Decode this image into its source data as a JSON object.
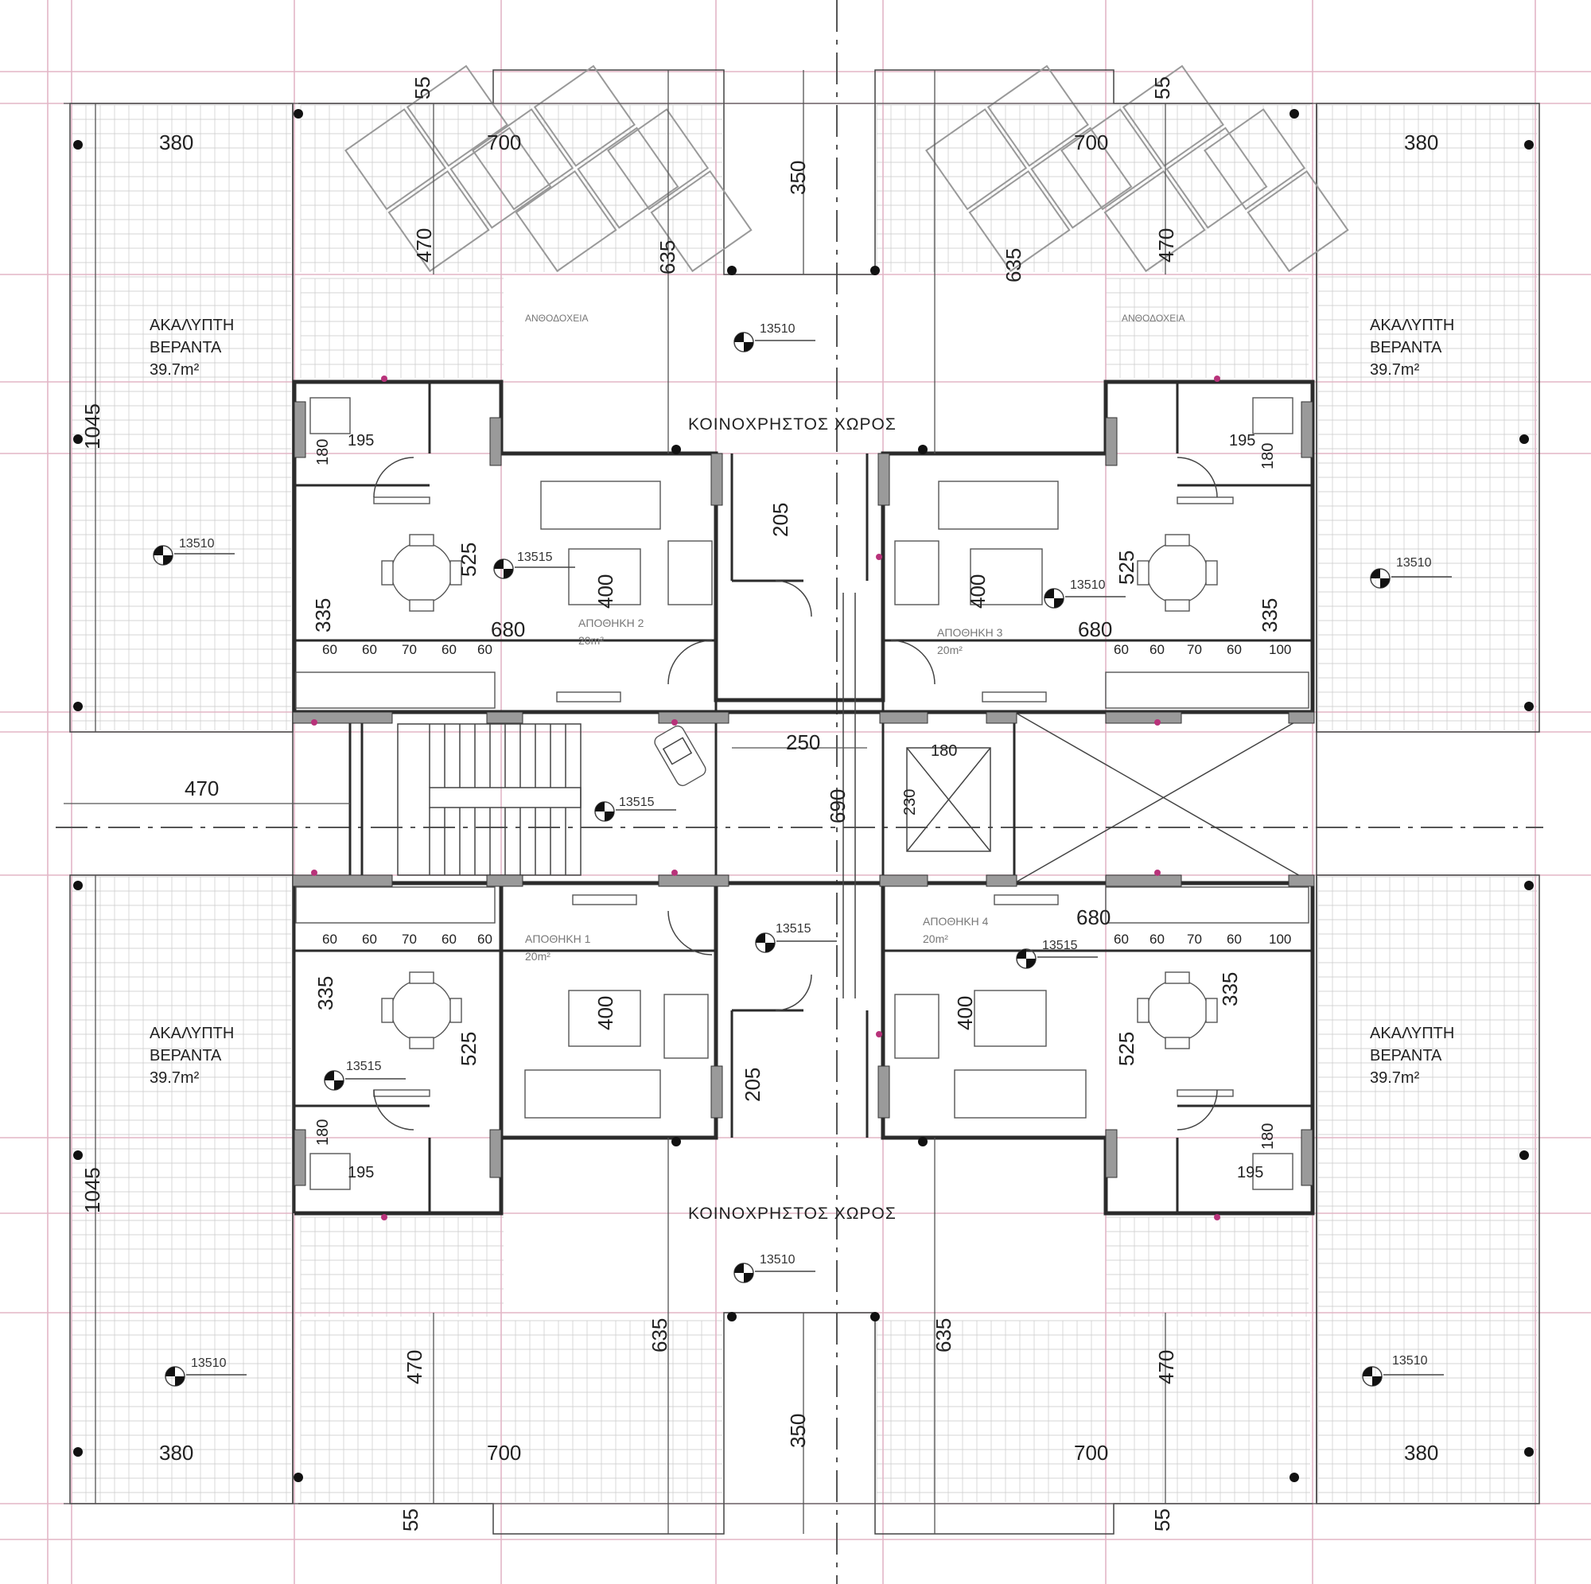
{
  "dimensions": {
    "veranda_width": "380",
    "terrace_width": "700",
    "recess_depth": "350",
    "wing_depth": "470",
    "balcony_depth": "635",
    "step": "55",
    "veranda_length": "1045",
    "bath_width": "195",
    "bath_depth": "180",
    "kitchen_depth": "335",
    "living_depth": "525",
    "living_width": "680",
    "store_depth": "400",
    "cabinet_a": "60",
    "cabinet_b": "60",
    "cabinet_c": "70",
    "cabinet_d": "60",
    "cabinet_e": "60",
    "cabinet_end": "100",
    "corridor_width": "250",
    "corridor_length": "690",
    "hall_depth": "205",
    "lift_width": "180",
    "lift_depth": "230",
    "stair_offset": "470"
  },
  "levels": {
    "outer": "13510",
    "inner": "13515"
  },
  "labels": {
    "shared_space": "ΚΟΙΝΟΧΡΗΣΤΟΣ ΧΩΡΟΣ",
    "veranda_line1": "ΑΚΑΛΥΠΤΗ",
    "veranda_line2": "ΒΕΡΑΝΤΑ",
    "veranda_area": "39.7m²",
    "planter": "ΑΝΘΟΔΟΧΕΙΑ",
    "store_1": "ΑΠΟΘΗΚΗ 1",
    "store_2": "ΑΠΟΘΗΚΗ 2",
    "store_3": "ΑΠΟΘΗΚΗ 3",
    "store_4": "ΑΠΟΘΗΚΗ 4",
    "store_area": "20m²"
  }
}
